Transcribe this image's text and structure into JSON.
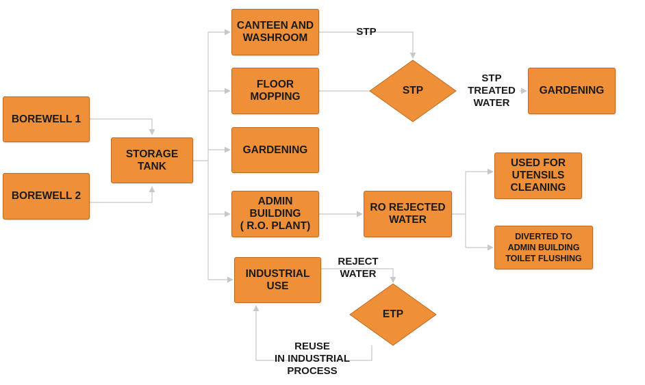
{
  "colors": {
    "box_fill": "#ef8f37",
    "box_border": "#b96a22",
    "connector": "#c8c8c8",
    "text": "#1a1a1a"
  },
  "nodes": {
    "borewell_1": "BOREWELL 1",
    "borewell_2": "BOREWELL 2",
    "storage_tank": "STORAGE\nTANK",
    "canteen_washroom": "CANTEEN AND\nWASHROOM",
    "floor_mopping": "FLOOR\nMOPPING",
    "gardening_mid": "GARDENING",
    "admin_building": "ADMIN\nBUILDING\n( R.O. PLANT)",
    "industrial_use": "INDUSTRIAL\nUSE",
    "stp": "STP",
    "gardening_right": "GARDENING",
    "ro_rejected_water": "RO REJECTED\nWATER",
    "used_for_utensils": "USED FOR\nUTENSILS\nCLEANING",
    "diverted_admin": "DIVERTED TO\nADMIN BUILDING\nTOILET FLUSHING",
    "etp": "ETP"
  },
  "edge_labels": {
    "stp_top": "STP",
    "stp_treated_water": "STP\nTREATED\nWATER",
    "reject_water": "REJECT\nWATER",
    "reuse_industrial": "REUSE\nIN INDUSTRIAL\nPROCESS"
  }
}
